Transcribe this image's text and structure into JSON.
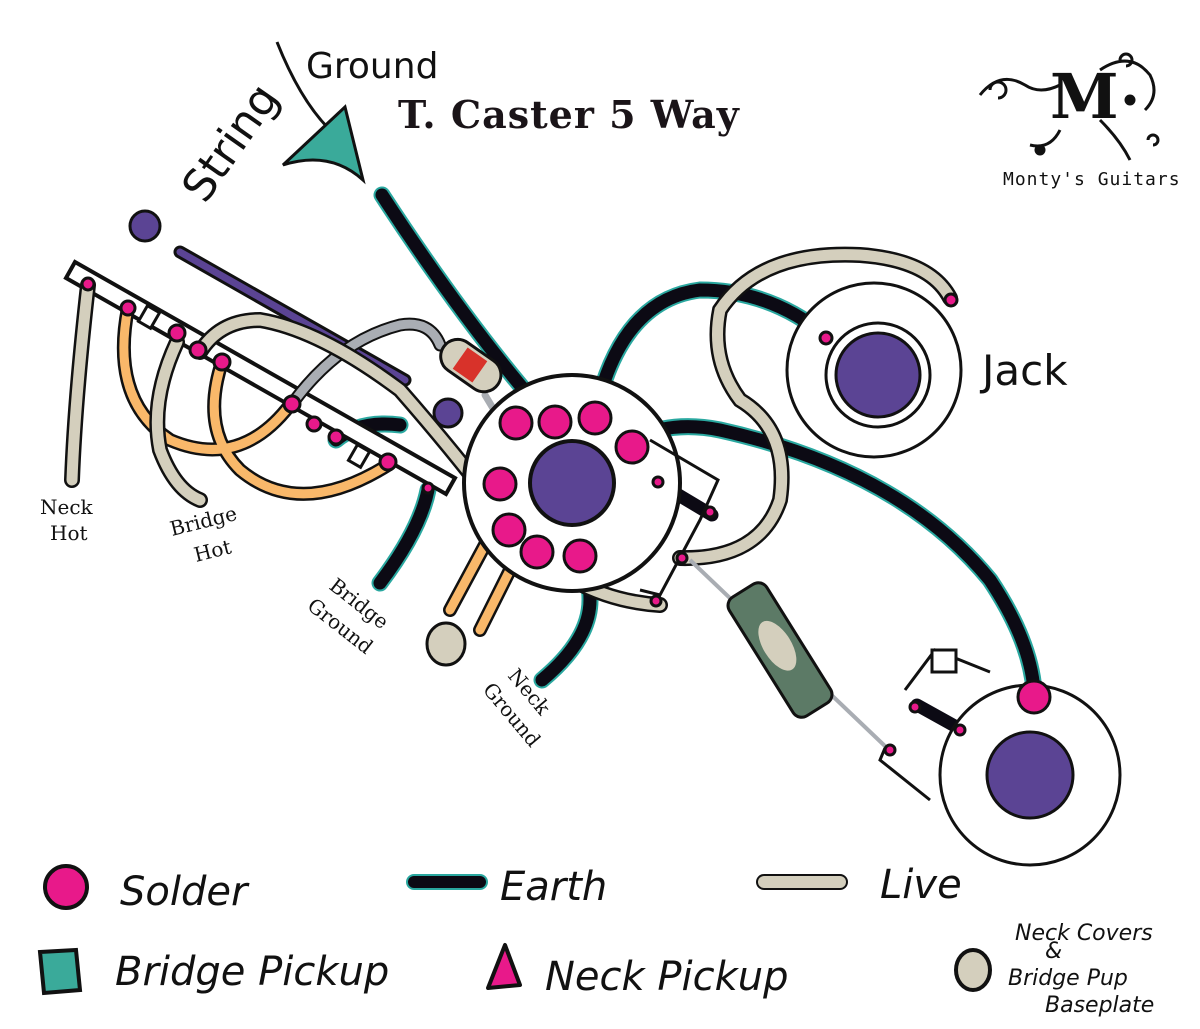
{
  "title": "T. Caster 5 Way",
  "brand": {
    "logo_letter": "M",
    "name": "Monty's Guitars"
  },
  "labels": {
    "string_ground_1": "String",
    "string_ground_2": "Ground",
    "jack": "Jack",
    "neck_hot_1": "Neck",
    "neck_hot_2": "Hot",
    "bridge_hot_1": "Bridge",
    "bridge_hot_2": "Hot",
    "bridge_ground_1": "Bridge",
    "bridge_ground_2": "Ground",
    "neck_ground_1": "Neck",
    "neck_ground_2": "Ground"
  },
  "legend": {
    "solder": "Solder",
    "earth": "Earth",
    "live": "Live",
    "bridge_pickup": "Bridge Pickup",
    "neck_pickup": "Neck Pickup",
    "baseplate_1": "Neck Covers",
    "baseplate_2": "&",
    "baseplate_3": "Bridge Pup",
    "baseplate_4": "Baseplate"
  },
  "colors": {
    "solder": "#e8198a",
    "earth": "#0c0a14",
    "earth_outline": "#2aa8a0",
    "live": "#d4cfbd",
    "pot": "#5b4494",
    "bridge_pickup": "#3aaa9a",
    "neck_pickup": "#e8198a",
    "orange_wire": "#f9b86a",
    "grey_wire": "#a9adb3",
    "capacitor": "#5c7a66"
  }
}
